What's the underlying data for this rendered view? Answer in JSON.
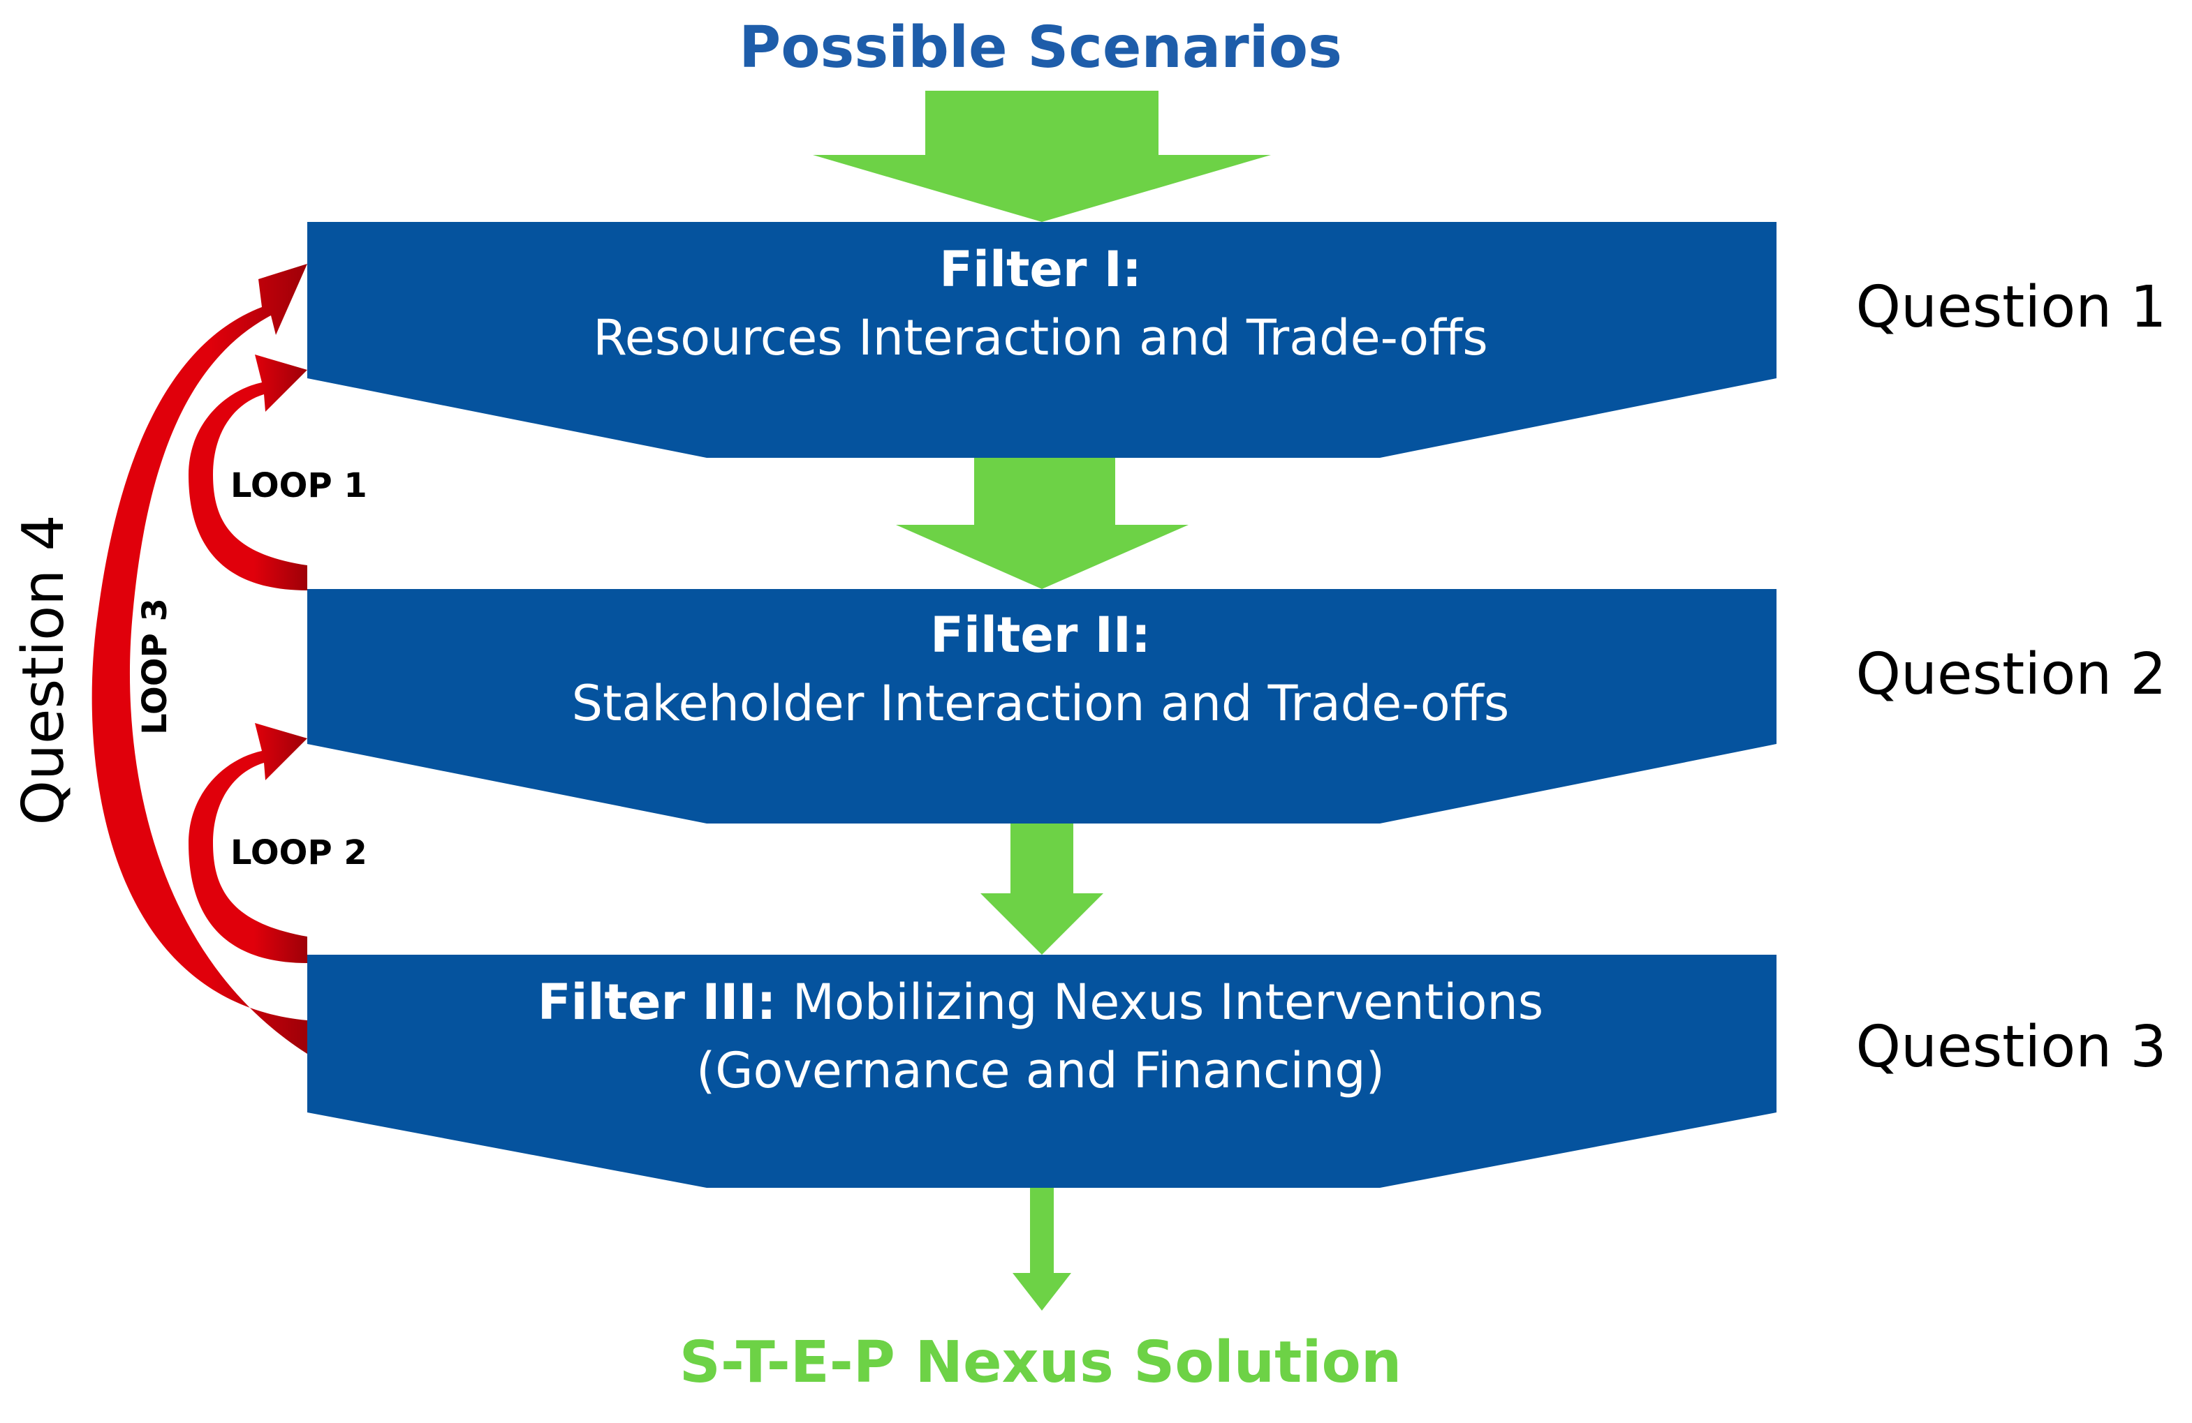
{
  "top_label": "Possible Scenarios",
  "bottom_label": "S-T-E-P Nexus Solution",
  "filters": [
    {
      "title": "Filter I:",
      "body": "Resources Interaction and Trade-offs",
      "body_line2": ""
    },
    {
      "title": "Filter II:",
      "body": "Stakeholder Interaction and Trade-offs",
      "body_line2": ""
    },
    {
      "title": "Filter III:",
      "body": "Mobilizing Nexus Interventions",
      "body_line2": "(Governance and Financing)"
    }
  ],
  "questions": [
    "Question 1",
    "Question 2",
    "Question 3",
    "Question 4"
  ],
  "loops": [
    "LOOP 1",
    "LOOP 2",
    "LOOP 3"
  ],
  "colors": {
    "filter_blue": "#05539E",
    "arrow_green": "#6DD246",
    "loop_red": "#E0000B",
    "loop_red_dark": "#9E0008",
    "top_label": "#1E5DAA",
    "bottom_label": "#6DD246"
  }
}
